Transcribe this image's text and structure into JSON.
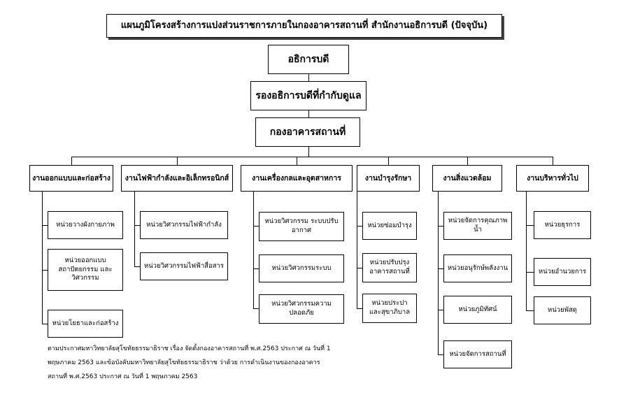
{
  "title": "แผนภูมิโครงสร้างการแบ่งส่วนราชการภายในกองอาคารสถานที่ สำนักงานอธิการบดี (ปัจจุบัน)",
  "levels": {
    "president": "อธิการบดี",
    "vice_president": "รองอธิการบดีที่กำกับดูแล",
    "division": "กองอาคารสถานที่"
  },
  "departments": [
    {
      "name": "งานออกแบบและก่อสร้าง",
      "units": [
        "หน่วยวางผังกายภาพ",
        "หน่วยออกแบบ สถาปัตยกรรม และวิศวกรรม",
        "หน่วยโยธาและก่อสร้าง"
      ]
    },
    {
      "name": "งานไฟฟ้ากำลังและอิเล็กทรอนิกส์",
      "units": [
        "หน่วยวิศวกรรมไฟฟ้ากำลัง",
        "หน่วยวิศวกรรมไฟฟ้าสื่อสาร"
      ]
    },
    {
      "name": "งานเครื่องกลและอุตสาหการ",
      "units": [
        "หน่วยวิศวกรรม ระบบปรับอากาศ",
        "หน่วยวิศวกรรมระบบ",
        "หน่วยวิศวกรรมความ ปลอดภัย"
      ]
    },
    {
      "name": "งานบำรุงรักษา",
      "units": [
        "หน่วยซ่อมบำรุง",
        "หน่วยปรับปรุง อาคารสถานที่",
        "หน่วยประปา และสุขาภิบาล"
      ]
    },
    {
      "name": "งานสิ่งแวดล้อม",
      "units": [
        "หน่วยจัดการคุณภาพน้ำ",
        "หน่วยอนุรักษ์พลังงาน",
        "หน่วยภูมิทัศน์",
        "หน่วยจัดการสถานที่"
      ]
    },
    {
      "name": "งานบริหารทั่วไป",
      "units": [
        "หน่วยธุรการ",
        "หน่วยอำนวยการ",
        "หน่วยพัสดุ"
      ]
    }
  ],
  "footnote": [
    "ตามประกาศมหาวิทยาลัยสุโขทัยธรรมาธิราช เรื่อง จัดตั้งกองอาคารสถานที่ พ.ศ.2563 ประกาศ ณ วันที่ 1",
    "พฤษภาคม 2563 และข้อบังคับมหาวิทยาลัยสุโขทัยธรรมาธิราช ว่าด้วย การดำเนินงานของกองอาคาร",
    "สถานที่ พ.ศ.2563 ประกาศ ณ วันที่ 1 พฤษภาคม 2563"
  ]
}
